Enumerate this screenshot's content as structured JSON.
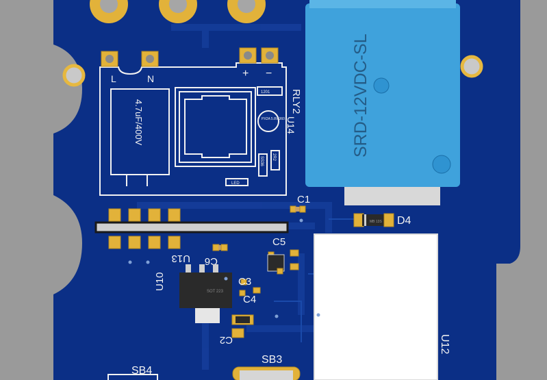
{
  "board": {
    "colors": {
      "background": "#9a9a9a",
      "pcb": "#0b2f86",
      "pcb_trace": "#143f9e",
      "silkscreen": "#f2f2f2",
      "copper_pad": "#e2b23a",
      "relay_body": "#3fa2dc",
      "chip_body": "#2a2a2a"
    }
  },
  "labels": {
    "l": "L",
    "n": "N",
    "plus": "+",
    "minus": "−",
    "u14": "U14",
    "cap_value": "4.7uF/400V",
    "r1201": "1201",
    "px_small": "PX2A\n5.8V\n360",
    "ss36": "SS36",
    "r2r2": "2R2",
    "led": "LED",
    "rly2": "RLY2",
    "relay_model": "SRD-12VDC-SL",
    "c1": "C1",
    "d4": "D4",
    "c5": "C5",
    "u13": "U13",
    "c6": "C6",
    "u10": "U10",
    "c3": "C3",
    "c4": "C4",
    "c2": "C2",
    "u12": "U12",
    "sb4": "SB4",
    "sb3": "SB3",
    "d4_part": "MB 13S",
    "u10_part": "SOT 223"
  }
}
